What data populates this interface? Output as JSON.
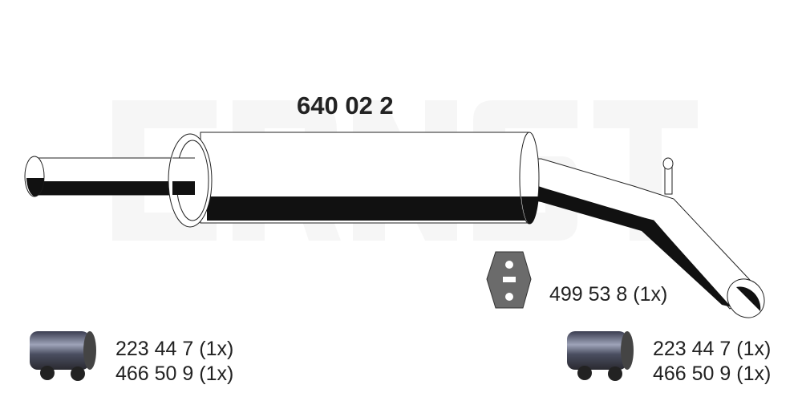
{
  "watermark": "ERNST",
  "part_number": "640 02 2",
  "accessories": {
    "hanger": {
      "label": "499 53 8 (1x)",
      "icon": "rubber-hanger-icon"
    },
    "clamp_left": {
      "labels": [
        "223 44 7 (1x)",
        "466 50 9 (1x)"
      ],
      "icon": "pipe-clamp-icon"
    },
    "clamp_right": {
      "labels": [
        "223 44 7 (1x)",
        "466 50 9 (1x)"
      ],
      "icon": "pipe-clamp-icon"
    }
  },
  "colors": {
    "line": "#222222",
    "fill": "#ffffff",
    "watermark": "#f5f5f5",
    "clamp": "#555a6e"
  }
}
